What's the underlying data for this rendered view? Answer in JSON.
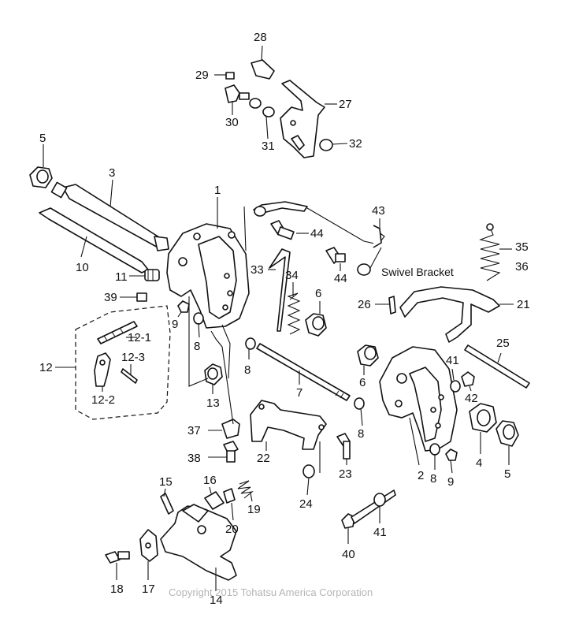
{
  "labels": {
    "l28": "28",
    "l29": "29",
    "l27": "27",
    "l30": "30",
    "l31": "31",
    "l32": "32",
    "l5a": "5",
    "l3": "3",
    "l1": "1",
    "l43": "43",
    "l44a": "44",
    "l44b": "44",
    "l35": "35",
    "l36": "36",
    "l10": "10",
    "l11": "11",
    "l33": "33",
    "l34": "34",
    "l39": "39",
    "l6a": "6",
    "l26": "26",
    "l21": "21",
    "l9a": "9",
    "l8a": "8",
    "l12_1": "12-1",
    "l12": "12",
    "l12_3": "12-3",
    "l12_2": "12-2",
    "l25": "25",
    "l8b": "8",
    "l6b": "6",
    "l41a": "41",
    "l42": "42",
    "l7": "7",
    "l13": "13",
    "l8c": "8",
    "l37": "37",
    "l22": "22",
    "l23": "23",
    "l38": "38",
    "l4": "4",
    "l2": "2",
    "l8d": "8",
    "l9b": "9",
    "l5b": "5",
    "l15": "15",
    "l16": "16",
    "l19": "19",
    "l20": "20",
    "l24": "24",
    "l41b": "41",
    "l40": "40",
    "l18": "18",
    "l17": "17",
    "l14": "14"
  },
  "callout": "Swivel Bracket",
  "copyright": "Copyright 2015 Tohatsu America Corporation"
}
